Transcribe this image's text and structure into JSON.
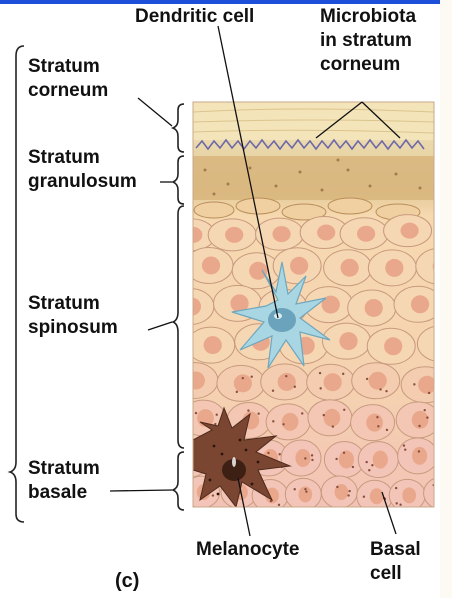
{
  "labels": {
    "dendritic_cell": "Dendritic cell",
    "microbiota": [
      "Microbiota",
      "in stratum",
      "corneum"
    ],
    "stratum_corneum": [
      "Stratum",
      "corneum"
    ],
    "stratum_granulosum": [
      "Stratum",
      "granulosum"
    ],
    "stratum_spinosum": [
      "Stratum",
      "spinosum"
    ],
    "stratum_basale": [
      "Stratum",
      "basale"
    ],
    "melanocyte": "Melanocyte",
    "basal_cell": [
      "Basal",
      "cell"
    ],
    "panel_letter": "(c)"
  },
  "colors": {
    "top_bar": "#1e4fd8",
    "corneum": "#f3e2b4",
    "microbiota": "#6d69a8",
    "granulosum": "#c9a56a",
    "spinosum_cell": "#f6d7b3",
    "nucleus": "#e9a88c",
    "dendritic_cell": "#a9d6e3",
    "basale_cell": "#f3c4b8",
    "melanocyte": "#7a4632"
  }
}
